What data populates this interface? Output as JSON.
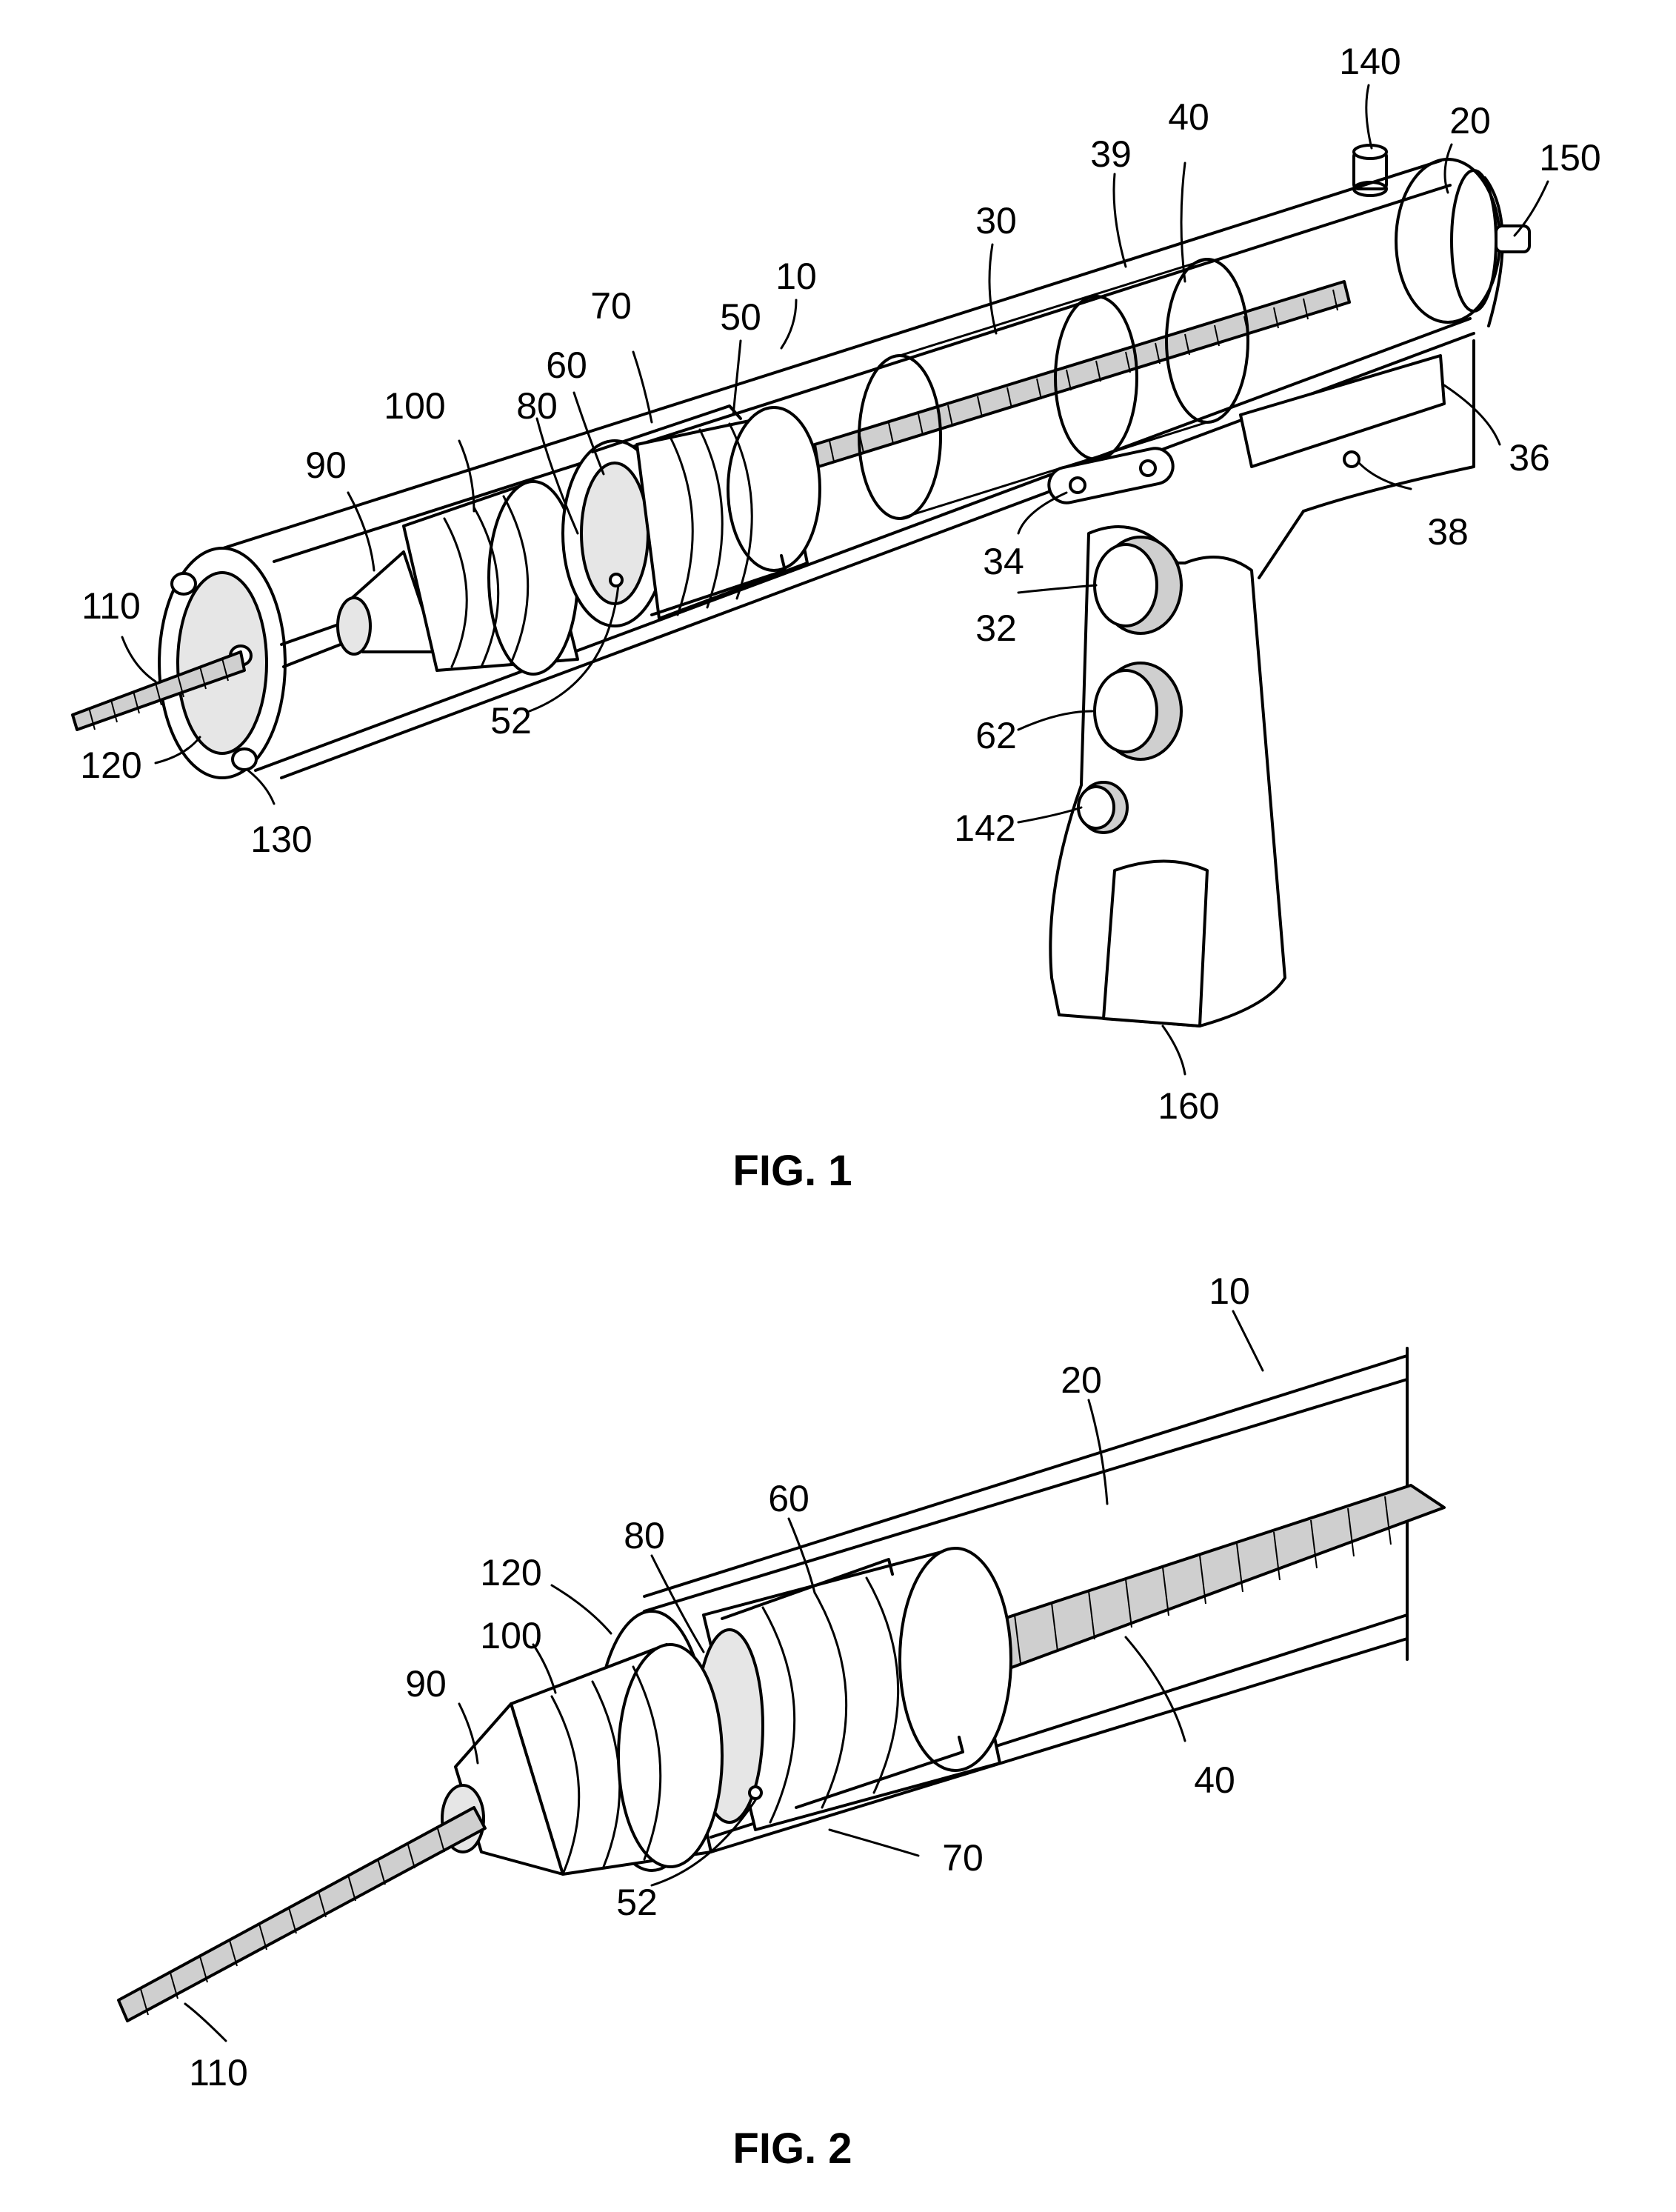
{
  "figures": [
    {
      "caption": "FIG. 1",
      "labels": [
        "140",
        "20",
        "150",
        "39",
        "40",
        "30",
        "10",
        "50",
        "70",
        "60",
        "100",
        "80",
        "90",
        "110",
        "120",
        "130",
        "52",
        "34",
        "32",
        "62",
        "142",
        "36",
        "38",
        "160"
      ]
    },
    {
      "caption": "FIG. 2",
      "labels": [
        "10",
        "20",
        "60",
        "80",
        "120",
        "100",
        "90",
        "40",
        "70",
        "52",
        "110"
      ]
    }
  ]
}
